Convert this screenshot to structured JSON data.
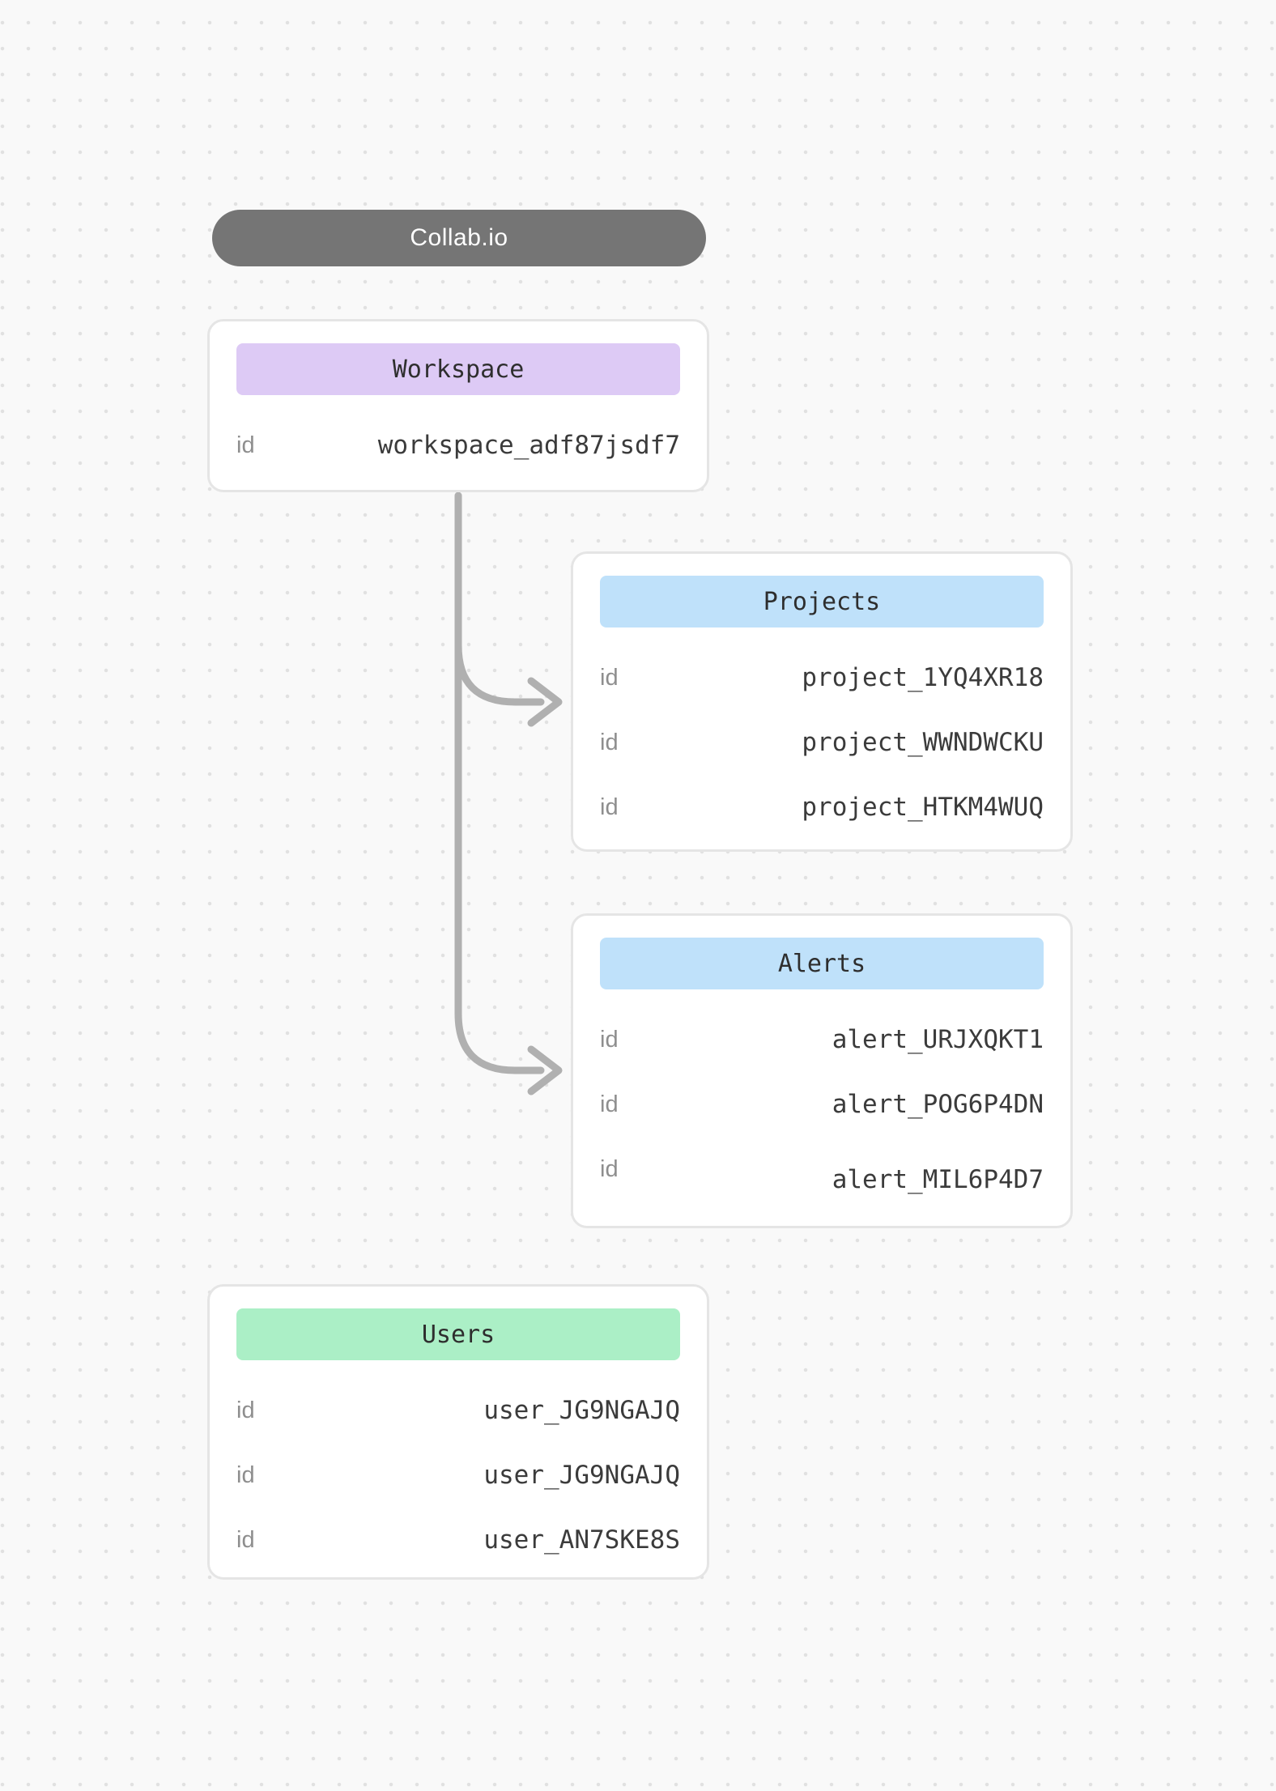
{
  "app": {
    "title": "Collab.io"
  },
  "colors": {
    "pill_bg": "#757575",
    "connector": "#b0b0b0",
    "workspace_header": "#ddcaf5",
    "projects_header": "#bfe1fa",
    "alerts_header": "#bfe1fa",
    "users_header": "#abefc6",
    "id_label": "#8e8e8e",
    "value_text": "#3b3b3b"
  },
  "entities": [
    {
      "name": "Workspace",
      "header_color": "#ddcaf5",
      "rows": [
        {
          "label": "id",
          "value": "workspace_adf87jsdf7"
        }
      ]
    },
    {
      "name": "Projects",
      "header_color": "#bfe1fa",
      "rows": [
        {
          "label": "id",
          "value": "project_1YQ4XR18"
        },
        {
          "label": "id",
          "value": "project_WWNDWCKU"
        },
        {
          "label": "id",
          "value": "project_HTKM4WUQ"
        }
      ]
    },
    {
      "name": "Alerts",
      "header_color": "#bfe1fa",
      "rows": [
        {
          "label": "id",
          "value": "alert_URJXQKT1"
        },
        {
          "label": "id",
          "value": "alert_POG6P4DN"
        },
        {
          "label": "id",
          "value": "alert_MIL6P4D7"
        }
      ]
    },
    {
      "name": "Users",
      "header_color": "#abefc6",
      "rows": [
        {
          "label": "id",
          "value": "user_JG9NGAJQ"
        },
        {
          "label": "id",
          "value": "user_JG9NGAJQ"
        },
        {
          "label": "id",
          "value": "user_AN7SKE8S"
        }
      ]
    }
  ]
}
